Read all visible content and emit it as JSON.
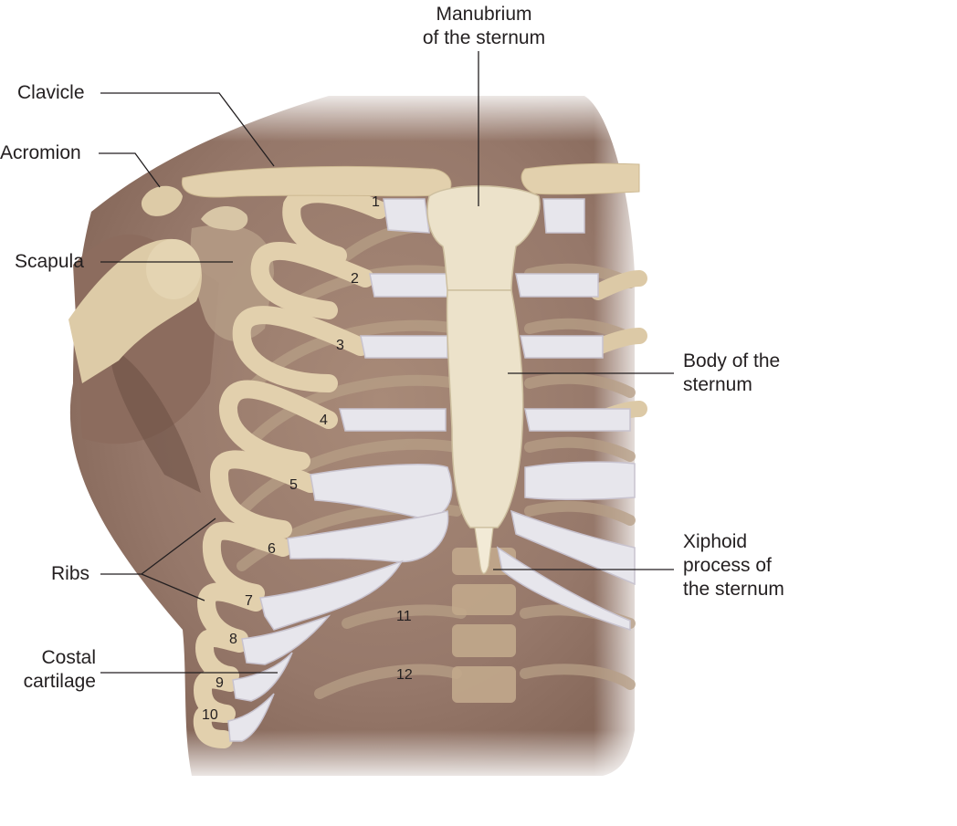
{
  "labels": {
    "manubrium": [
      "Manubrium",
      "of the sternum"
    ],
    "clavicle": "Clavicle",
    "acromion": "Acromion",
    "scapula": "Scapula",
    "body_sternum": [
      "Body of the",
      "sternum"
    ],
    "xiphoid": [
      "Xiphoid",
      "process of",
      "the sternum"
    ],
    "ribs": "Ribs",
    "costal": [
      "Costal",
      "cartilage"
    ]
  },
  "rib_numbers": [
    "1",
    "2",
    "3",
    "4",
    "5",
    "6",
    "7",
    "8",
    "9",
    "10",
    "11",
    "12"
  ]
}
